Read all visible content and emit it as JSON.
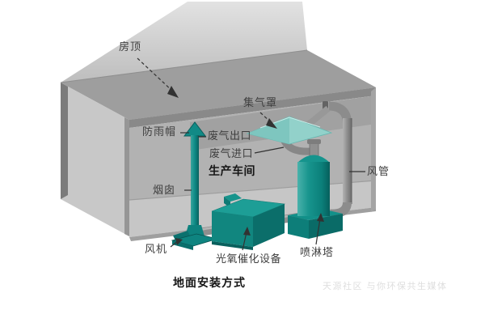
{
  "diagram": {
    "type": "isometric-3d-schematic",
    "title": "地面安装方式",
    "watermark": "天源社区 与你环保共生媒体",
    "labels": {
      "roof": "房顶",
      "rain_cap": "防雨帽",
      "exhaust_outlet": "废气出口",
      "exhaust_inlet": "废气进口",
      "workshop": "生产车间",
      "gas_collection_hood": "集气罩",
      "air_duct": "风管",
      "chimney": "烟囱",
      "fan": "风机",
      "photo_oxygen_catalytic_unit": "光氧催化设备",
      "spray_tower": "喷淋塔"
    },
    "colors": {
      "equipment_teal": "#11877f",
      "equipment_teal_dark": "#0a6b67",
      "equipment_teal_light": "#35a8a1",
      "hood_teal_light": "#92d1ca",
      "pipe_gray": "#8e8e8e",
      "building_gray": "#b7b7b7",
      "label_color": "#3f3f3f",
      "bold_label_color": "#161616",
      "background": "#ffffff"
    }
  }
}
